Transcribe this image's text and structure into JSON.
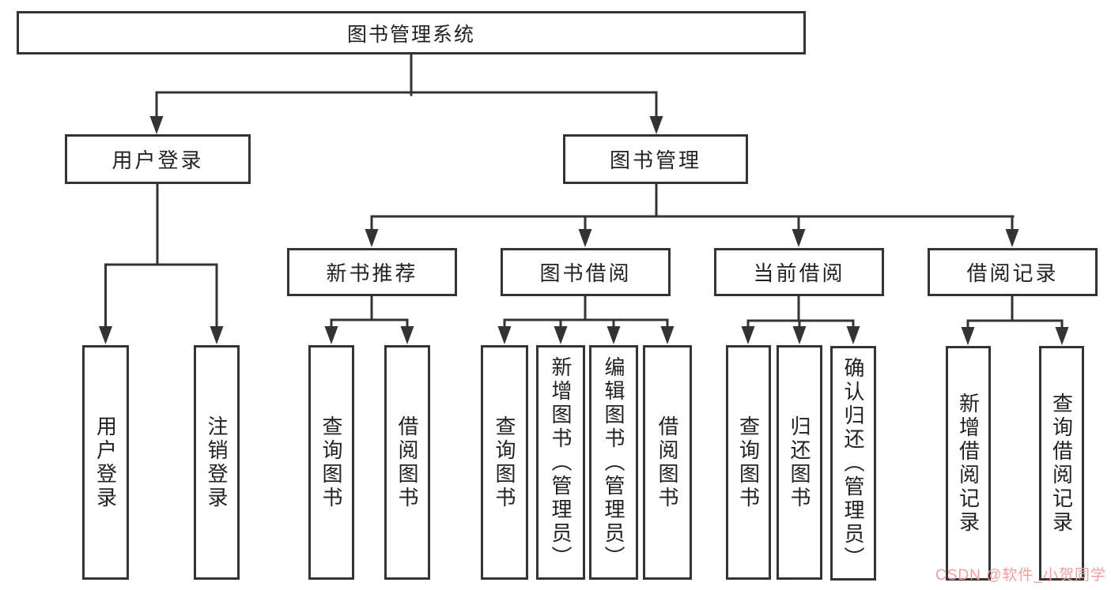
{
  "tree": {
    "root": {
      "label": "图书管理系统",
      "children": [
        {
          "label": "用户登录",
          "children": [
            {
              "label": "用户登录"
            },
            {
              "label": "注销登录"
            }
          ]
        },
        {
          "label": "图书管理",
          "children": [
            {
              "label": "新书推荐",
              "children": [
                {
                  "label": "查询图书"
                },
                {
                  "label": "借阅图书"
                }
              ]
            },
            {
              "label": "图书借阅",
              "children": [
                {
                  "label": "查询图书"
                },
                {
                  "label": "新增图书（管理员）"
                },
                {
                  "label": "编辑图书（管理员）"
                },
                {
                  "label": "借阅图书"
                }
              ]
            },
            {
              "label": "当前借阅",
              "children": [
                {
                  "label": "查询图书"
                },
                {
                  "label": "归还图书"
                },
                {
                  "label": "确认归还（管理员）"
                }
              ]
            },
            {
              "label": "借阅记录",
              "children": [
                {
                  "label": "新增借阅记录"
                },
                {
                  "label": "查询借阅记录"
                }
              ]
            }
          ]
        }
      ]
    }
  },
  "watermark": {
    "text": "CSDN @软件_小贺同学"
  },
  "colors": {
    "line": "#333333",
    "border": "#333333",
    "text": "#222222",
    "watermark": "#ef9f9f",
    "background": "#ffffff"
  }
}
